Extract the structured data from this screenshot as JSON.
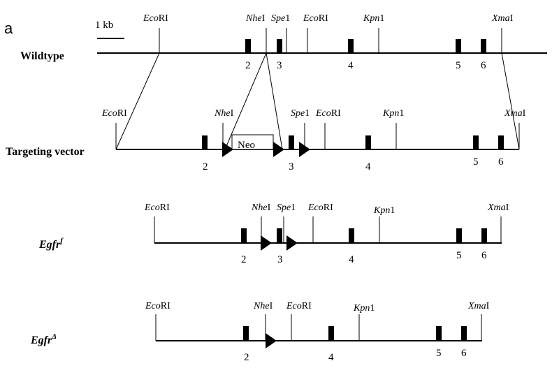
{
  "panel_label": "a",
  "scale_bar": {
    "label": "1 kb"
  },
  "rows": [
    {
      "id": "wildtype",
      "title": "Wildtype",
      "title_sup": "",
      "sites": [
        {
          "id": "ecori-1",
          "italic": "Eco",
          "plain": "RI"
        },
        {
          "id": "nhei",
          "italic": "Nhe",
          "plain": "I"
        },
        {
          "id": "spei",
          "italic": "Spe",
          "plain": "1"
        },
        {
          "id": "ecori-2",
          "italic": "Eco",
          "plain": "RI"
        },
        {
          "id": "kpni",
          "italic": "Kpn",
          "plain": "1"
        },
        {
          "id": "xmai",
          "italic": "Xma",
          "plain": "I"
        }
      ],
      "exons": [
        "2",
        "3",
        "4",
        "5",
        "6"
      ]
    },
    {
      "id": "targeting-vector",
      "title": "Targeting vector",
      "title_sup": "",
      "sites": [
        {
          "id": "ecori-1",
          "italic": "Eco",
          "plain": "RI"
        },
        {
          "id": "nhei",
          "italic": "Nhe",
          "plain": "I"
        },
        {
          "id": "spei",
          "italic": "Spe",
          "plain": "1"
        },
        {
          "id": "ecori-2",
          "italic": "Eco",
          "plain": "RI"
        },
        {
          "id": "kpni",
          "italic": "Kpn",
          "plain": "1"
        },
        {
          "id": "xmai",
          "italic": "Xma",
          "plain": "I"
        }
      ],
      "exons": [
        "2",
        "3",
        "4",
        "5",
        "6"
      ],
      "neo_label": "Neo"
    },
    {
      "id": "egfr-flox",
      "title": "Egfr",
      "title_sup": "f",
      "sites": [
        {
          "id": "ecori-1",
          "italic": "Eco",
          "plain": "RI"
        },
        {
          "id": "nhei",
          "italic": "Nhe",
          "plain": "I"
        },
        {
          "id": "spei",
          "italic": "Spe",
          "plain": "1"
        },
        {
          "id": "ecori-2",
          "italic": "Eco",
          "plain": "RI"
        },
        {
          "id": "kpni",
          "italic": "Kpn",
          "plain": "1"
        },
        {
          "id": "xmai",
          "italic": "Xma",
          "plain": "I"
        }
      ],
      "exons": [
        "2",
        "3",
        "4",
        "5",
        "6"
      ]
    },
    {
      "id": "egfr-delta",
      "title": "Egfr",
      "title_sup": "Δ",
      "sites": [
        {
          "id": "ecori-1",
          "italic": "Eco",
          "plain": "RI"
        },
        {
          "id": "nhei",
          "italic": "Nhe",
          "plain": "I"
        },
        {
          "id": "ecori-2",
          "italic": "Eco",
          "plain": "RI"
        },
        {
          "id": "kpni",
          "italic": "Kpn",
          "plain": "1"
        },
        {
          "id": "xmai",
          "italic": "Xma",
          "plain": "I"
        }
      ],
      "exons": [
        "2",
        "4",
        "5",
        "6"
      ]
    }
  ]
}
